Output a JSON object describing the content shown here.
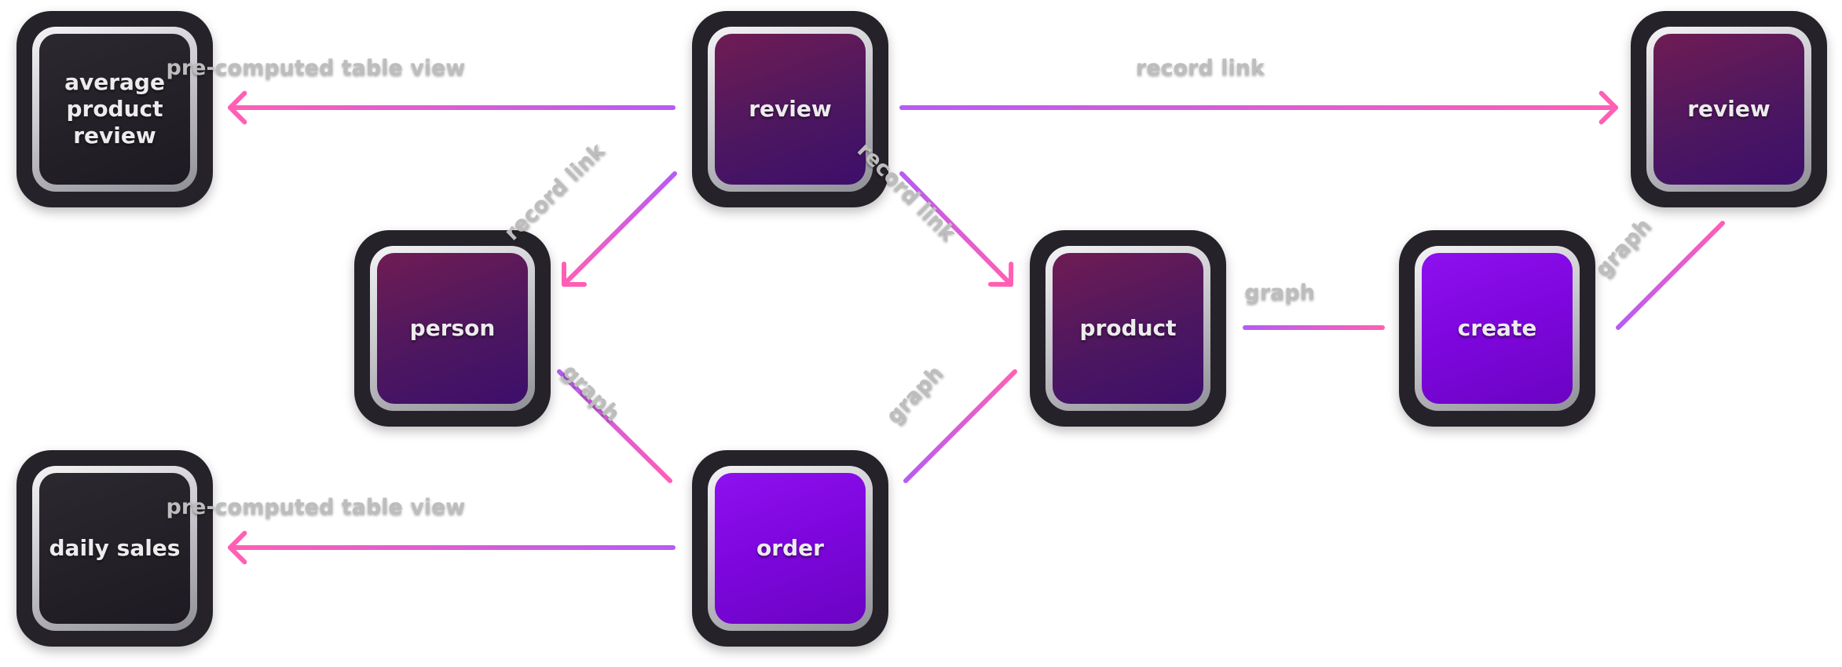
{
  "nodes": {
    "avg_review": {
      "label": "average\nproduct\nreview",
      "kind": "table"
    },
    "daily_sales": {
      "label": "daily sales",
      "kind": "table"
    },
    "review_top": {
      "label": "review",
      "kind": "record"
    },
    "review_right": {
      "label": "review",
      "kind": "record"
    },
    "person": {
      "label": "person",
      "kind": "record"
    },
    "product": {
      "label": "product",
      "kind": "record"
    },
    "order": {
      "label": "order",
      "kind": "graph"
    },
    "create": {
      "label": "create",
      "kind": "graph"
    }
  },
  "edges": [
    {
      "from": "review_top",
      "to": "avg_review",
      "label": "pre-computed table view",
      "arrow": true
    },
    {
      "from": "review_top",
      "to": "review_right",
      "label": "record link",
      "arrow": true
    },
    {
      "from": "review_top",
      "to": "person",
      "label": "record link",
      "arrow": true
    },
    {
      "from": "review_top",
      "to": "product",
      "label": "record link",
      "arrow": true
    },
    {
      "from": "person",
      "to": "order",
      "label": "graph",
      "arrow": false
    },
    {
      "from": "order",
      "to": "product",
      "label": "graph",
      "arrow": false
    },
    {
      "from": "product",
      "to": "create",
      "label": "graph",
      "arrow": false
    },
    {
      "from": "create",
      "to": "review_right",
      "label": "graph",
      "arrow": false
    },
    {
      "from": "order",
      "to": "daily_sales",
      "label": "pre-computed table view",
      "arrow": true
    }
  ],
  "colors": {
    "edge_pink": "#ff5fb4",
    "edge_purple": "#b65cf4",
    "record_node": "#5a1860",
    "graph_node": "#8a0ee8",
    "table_node": "#262229",
    "label_grey": "#bdbdbd"
  }
}
